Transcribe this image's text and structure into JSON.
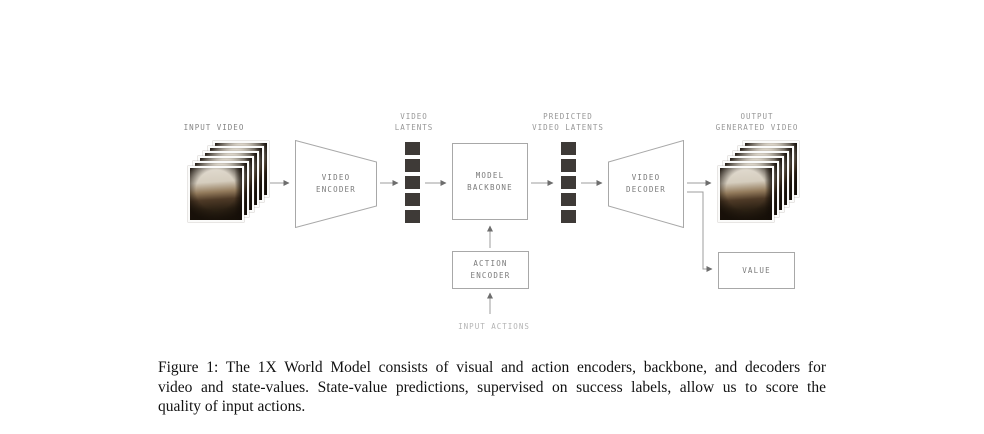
{
  "figure": {
    "caption_lines": [
      "Figure 1: The 1X World Model consists of visual and action encoders, backbone, and decoders for",
      "video and state-values. State-value predictions, supervised on success labels, allow us to score the",
      "quality of input actions."
    ]
  },
  "diagram": {
    "labels": {
      "input_video": "INPUT VIDEO",
      "video_latents_line1": "VIDEO",
      "video_latents_line2": "LATENTS",
      "predicted_latents_line1": "PREDICTED",
      "predicted_latents_line2": "VIDEO LATENTS",
      "output_line1": "OUTPUT",
      "output_line2": "GENERATED VIDEO",
      "input_actions": "INPUT ACTIONS"
    },
    "nodes": {
      "video_encoder_line1": "VIDEO",
      "video_encoder_line2": "ENCODER",
      "model_backbone_line1": "MODEL",
      "model_backbone_line2": "BACKBONE",
      "video_decoder_line1": "VIDEO",
      "video_decoder_line2": "DECODER",
      "action_encoder_line1": "ACTION",
      "action_encoder_line2": "ENCODER",
      "value": "VALUE"
    },
    "latents_count": 5,
    "video_frame_count": 6,
    "colors": {
      "latent_square": "#3e3a37",
      "box_border": "#a8a8a8",
      "arrow": "#9c9c9c",
      "arrowhead": "#6d6d6d",
      "node_text": "#7a7a7a",
      "label_text": "#979797",
      "label_dark": "#848484",
      "light_label_text": "#b4b4b4",
      "caption_text": "#111111"
    }
  }
}
